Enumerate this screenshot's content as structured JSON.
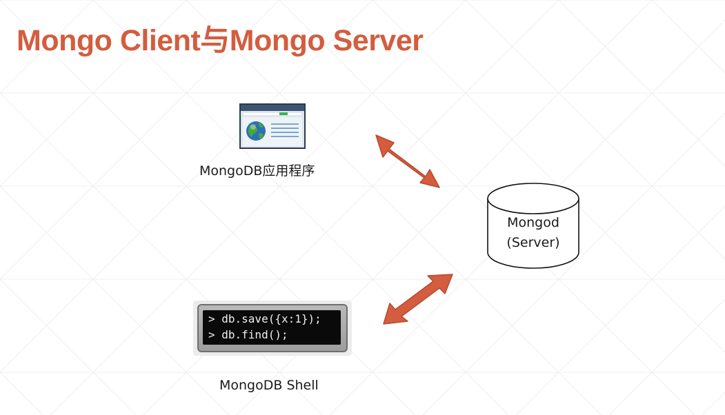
{
  "title": "Mongo Client与Mongo Server",
  "colors": {
    "title": "#D35D3E",
    "arrow": "#D35D3E",
    "arrow_stroke": "#B84A2E",
    "grid": "#EFEFEF"
  },
  "nodes": {
    "app": {
      "label": "MongoDB应用程序",
      "icon": "browser-window-globe-icon"
    },
    "shell": {
      "label": "MongoDB Shell",
      "icon": "terminal-console-icon",
      "lines": [
        "> db.save({x:1});",
        "> db.find();"
      ]
    },
    "server": {
      "line1": "Mongod",
      "line2": "(Server)",
      "icon": "database-cylinder-icon"
    }
  },
  "edges": [
    {
      "from": "app",
      "to": "server",
      "type": "bidirectional"
    },
    {
      "from": "shell",
      "to": "server",
      "type": "bidirectional"
    }
  ]
}
